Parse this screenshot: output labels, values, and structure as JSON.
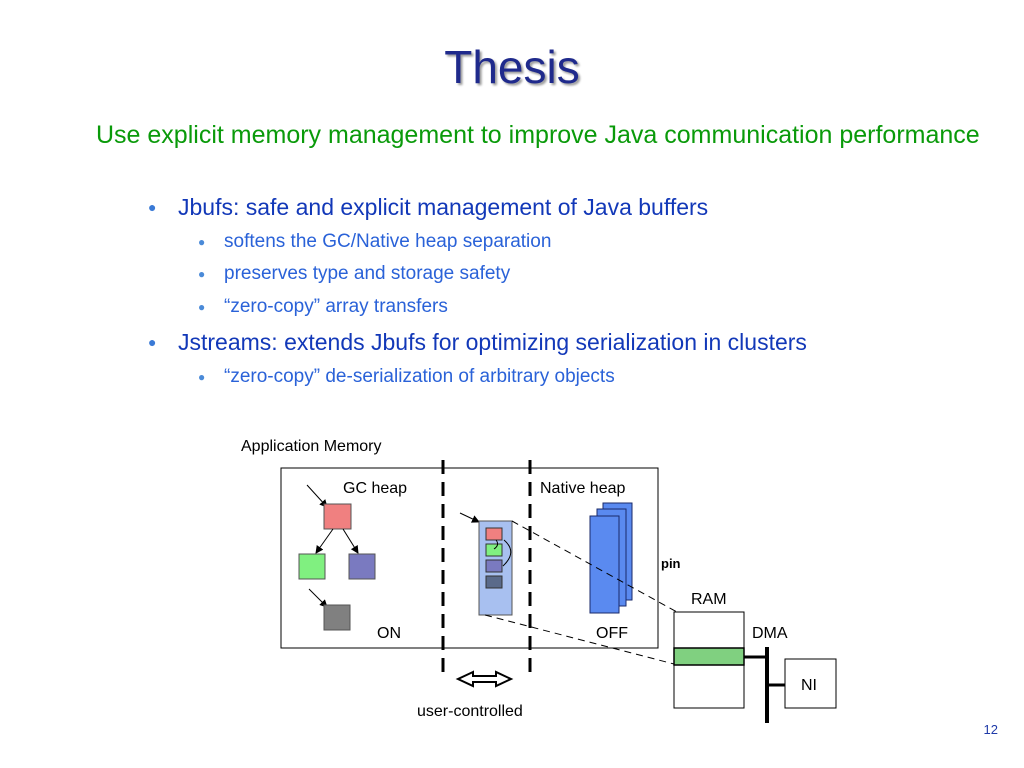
{
  "title": "Thesis",
  "main_point": "Use explicit memory management to improve Java communication performance",
  "bullets": [
    {
      "text": "Jbufs: safe and explicit management of Java buffers",
      "subs": [
        "softens the GC/Native heap separation",
        "preserves type and storage safety",
        "“zero-copy” array transfers"
      ]
    },
    {
      "text": "Jstreams: extends Jbufs for optimizing serialization in clusters",
      "subs": [
        "“zero-copy” de-serialization of arbitrary objects"
      ]
    }
  ],
  "diagram": {
    "application_memory": "Application Memory",
    "gc_heap": "GC heap",
    "native_heap": "Native heap",
    "on": "ON",
    "off": "OFF",
    "pin": "pin",
    "ram": "RAM",
    "dma": "DMA",
    "ni": "NI",
    "user_controlled": "user-controlled"
  },
  "page_number": "12",
  "colors": {
    "title": "#1f2a8c",
    "main_point": "#0a9a0a",
    "bullet_l1": "#1238b8",
    "bullet_l2": "#2a62d8",
    "object_red": "#f08080",
    "object_green": "#80f080",
    "object_purple": "#7a7ac0",
    "object_gray": "#808080",
    "buffer_blue": "#5a8af0",
    "buffer_light": "#a8c0f0",
    "ram_green": "#80d080"
  }
}
